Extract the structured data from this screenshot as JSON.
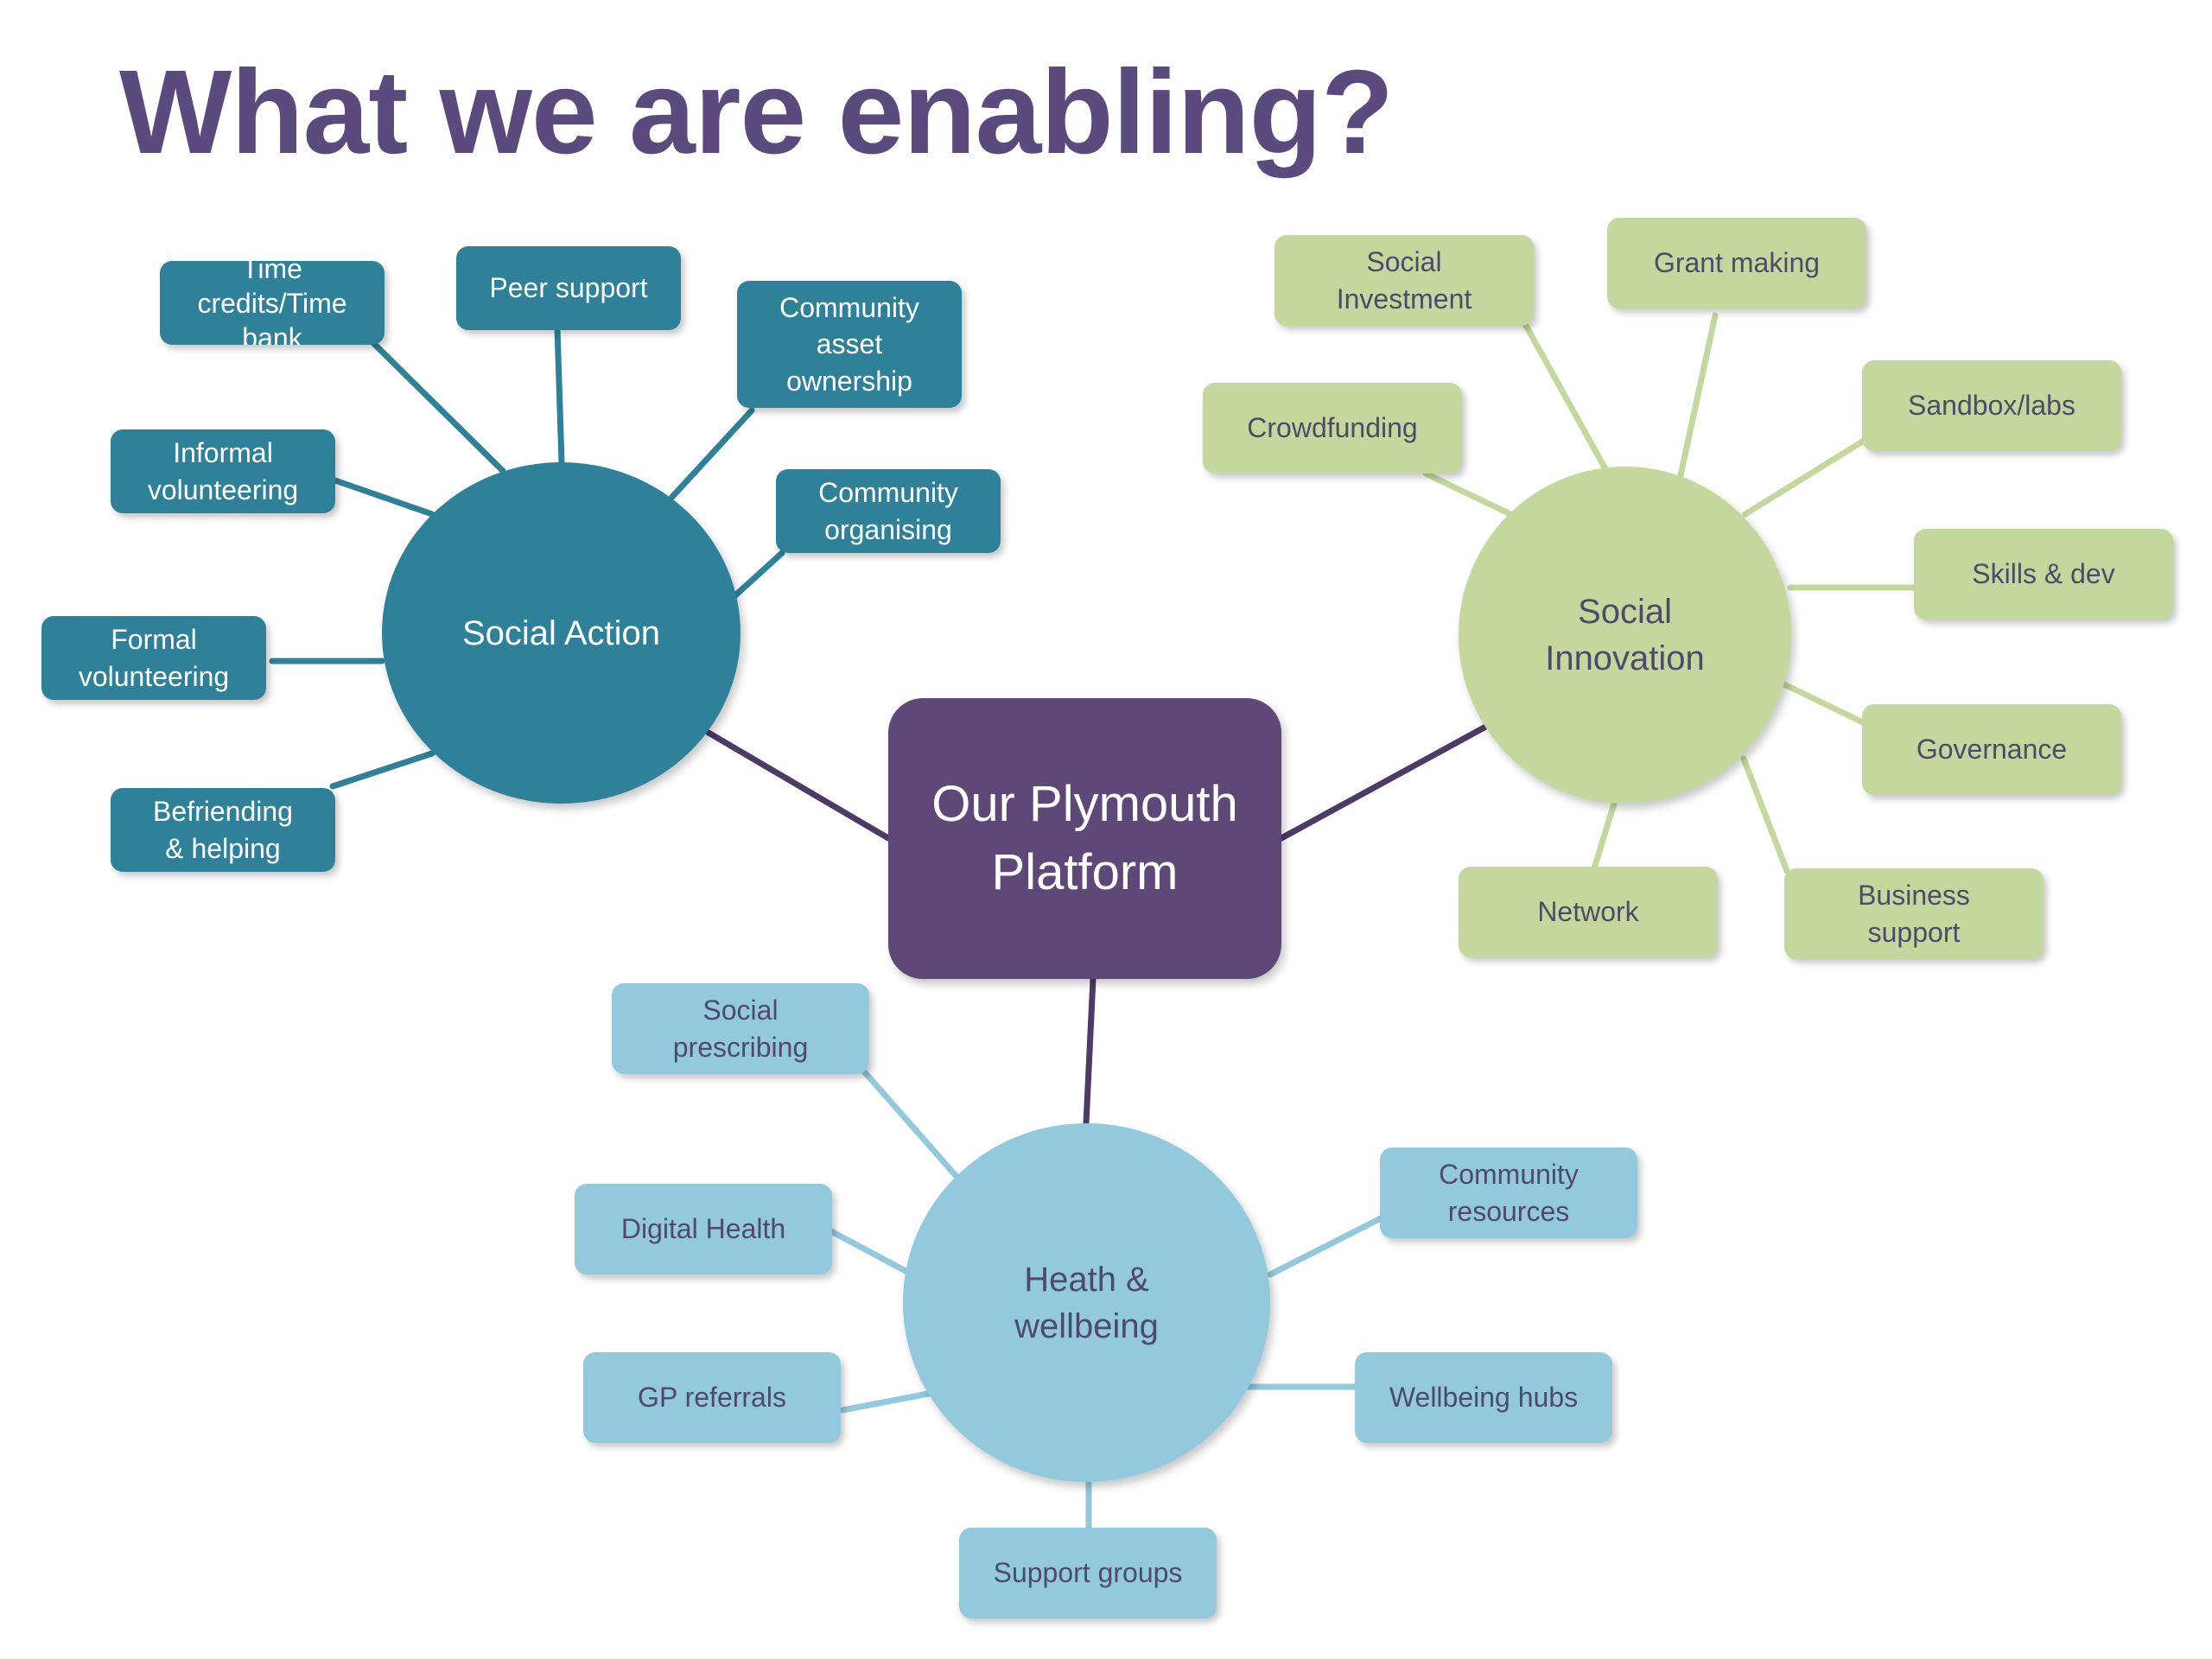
{
  "title": "What we are enabling?",
  "center": {
    "label": "Our Plymouth\nPlatform"
  },
  "clusters": {
    "social_action": {
      "label": "Social Action",
      "items": [
        "Time\ncredits/Time\nbank",
        "Peer support",
        "Community\nasset\nownership",
        "Informal\nvolunteering",
        "Community\norganising",
        "Formal\nvolunteering",
        "Befriending\n& helping"
      ]
    },
    "social_innovation": {
      "label": "Social\nInnovation",
      "items": [
        "Social\nInvestment",
        "Grant making",
        "Crowdfunding",
        "Sandbox/labs",
        "Skills & dev",
        "Governance",
        "Network",
        "Business\nsupport"
      ]
    },
    "health_wellbeing": {
      "label": "Heath &\nwellbeing",
      "items": [
        "Social\nprescribing",
        "Digital Health",
        "Community\nresources",
        "GP referrals",
        "Wellbeing hubs",
        "Support groups"
      ]
    }
  },
  "colors": {
    "title": "#5b4a7e",
    "center": "#5e4877",
    "social_action": "#2e8198",
    "social_innovation": "#c4d89d",
    "health_wellbeing": "#93c9dc",
    "center_links": "#4d3a66"
  }
}
